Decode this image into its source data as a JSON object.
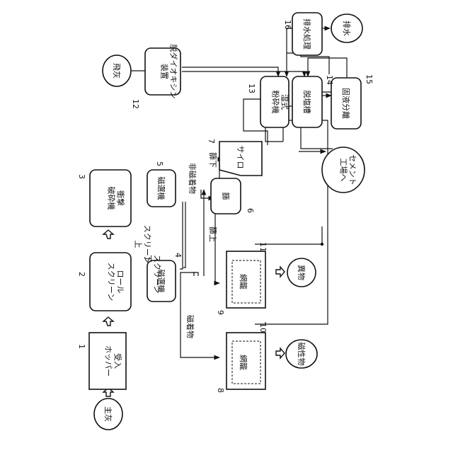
{
  "diagram": {
    "nodes": {
      "main_ash": "主灰",
      "receiving_hopper": "受入\nホッパー",
      "roll_screen": "ロール\nスクリーン",
      "impact_crusher": "衝撃\n破砕機",
      "magnetic_separator_4": "磁選機",
      "magnetic_separator_5": "磁選機",
      "sieve": "篩",
      "silo": "サイロ",
      "mesh_basket_9": "網籠",
      "mesh_basket_8": "網籠",
      "foreign_matter": "異物",
      "magnetic_matter": "磁性物",
      "fly_ash": "飛灰",
      "dioxin_device": "脱ダイオキシン\n装置",
      "wet_grinder": "湿式\n粉砕機",
      "desalination_tank": "脱塩槽",
      "solid_liquid_separation": "固液分離",
      "wastewater_treatment": "排水処理",
      "wastewater": "排水",
      "cement_factory": "セメント\n工場へ"
    },
    "edge_labels": {
      "screen_top": "スクリーン\n上",
      "screen_bottom": "スクリーン\n下",
      "non_magnetic": "非磁着物",
      "magnetic": "磁着物",
      "sieve_under": "篩下",
      "sieve_over": "篩上"
    },
    "ref_numbers": {
      "n1": "1",
      "n2": "2",
      "n3": "3",
      "n4": "4",
      "n5": "5",
      "n6": "6",
      "n7": "7",
      "n8": "8",
      "n9": "9",
      "n10": "10",
      "n11": "11",
      "n12": "12",
      "n13": "13",
      "n14": "14",
      "n15": "15",
      "n16": "16"
    }
  }
}
